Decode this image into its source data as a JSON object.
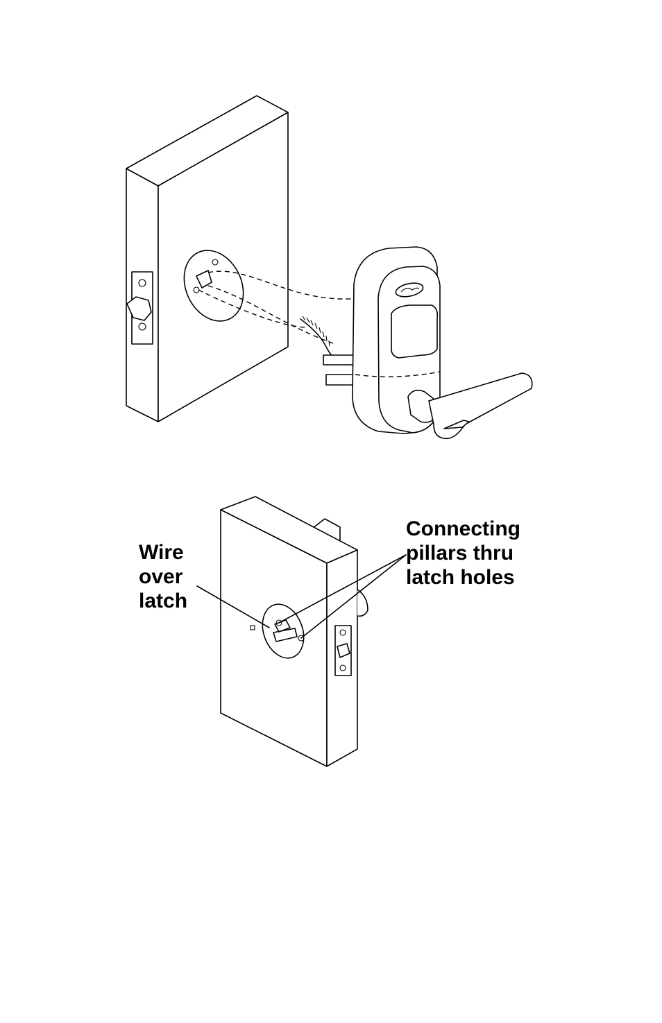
{
  "labels": {
    "wire_over_latch": [
      "Wire",
      "over",
      "latch"
    ],
    "connecting_pillars": [
      "Connecting",
      "pillars thru",
      "latch holes"
    ]
  }
}
